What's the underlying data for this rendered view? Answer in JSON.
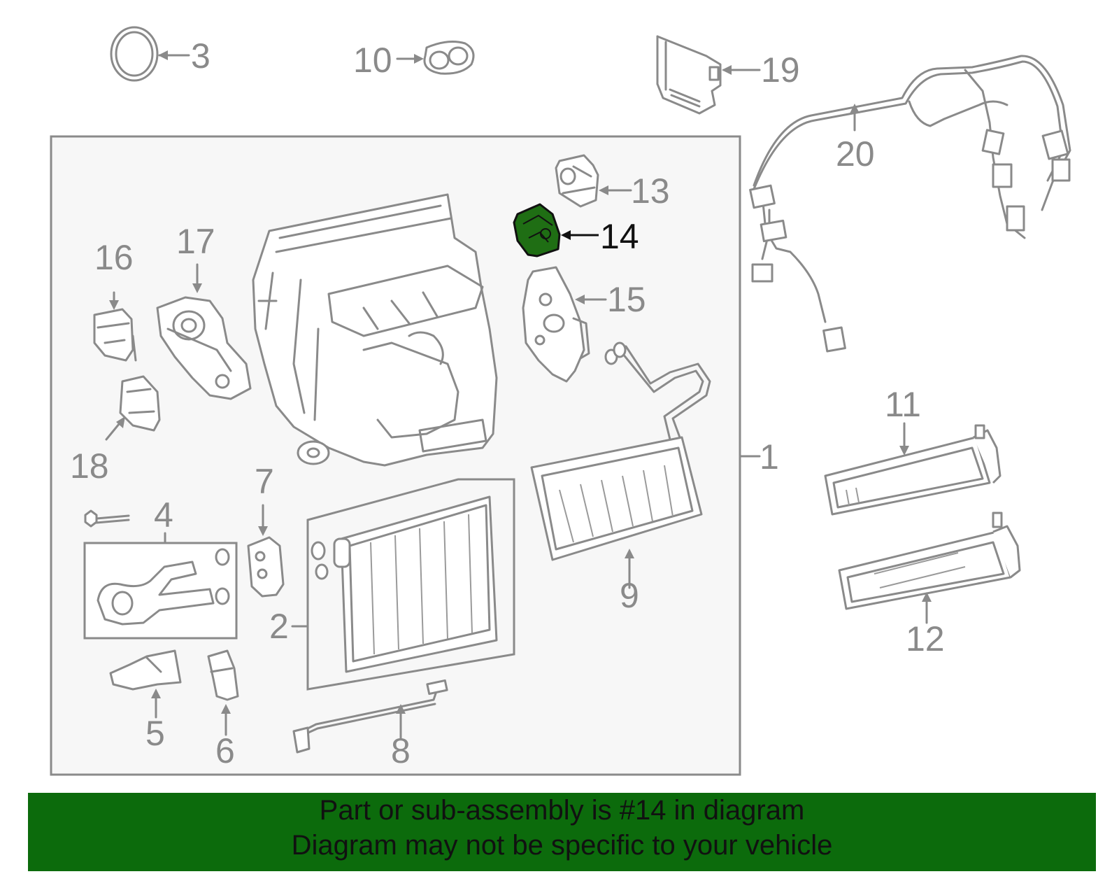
{
  "diagram": {
    "colors": {
      "line": "#8a8a8a",
      "highlight_fill": "#1f6e14",
      "box_fill": "#f7f7f7",
      "banner_bg": "#0c6b0c"
    },
    "labels": {
      "p1": "1",
      "p2": "2",
      "p3": "3",
      "p4": "4",
      "p5": "5",
      "p6": "6",
      "p7": "7",
      "p8": "8",
      "p9": "9",
      "p10": "10",
      "p11": "11",
      "p12": "12",
      "p13": "13",
      "p14": "14",
      "p15": "15",
      "p16": "16",
      "p17": "17",
      "p18": "18",
      "p19": "19",
      "p20": "20"
    },
    "highlighted_part": "14"
  },
  "banner": {
    "line1": "Part or sub-assembly is #14 in diagram",
    "line2": "Diagram may not be specific to your vehicle"
  }
}
